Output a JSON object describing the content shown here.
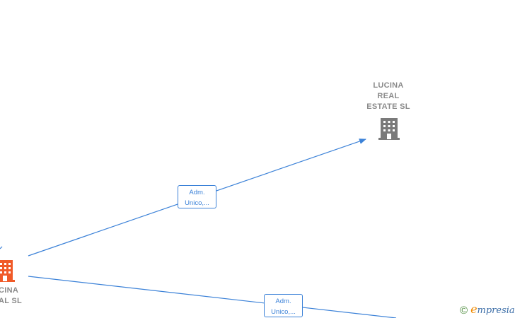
{
  "nodes": [
    {
      "id": "lucina-top",
      "label_lines": [
        "LUCINA",
        "REAL",
        "ESTATE  SL"
      ],
      "icon": "building-icon",
      "color": "#7a7a7a"
    },
    {
      "id": "lucina-left",
      "label_lines": [
        "CINA",
        "AL  SL"
      ],
      "icon": "building-icon",
      "color": "#f05a28"
    }
  ],
  "edges": [
    {
      "from": "lucina-left",
      "to": "lucina-top",
      "label_lines": [
        "Adm.",
        "Unico,..."
      ]
    },
    {
      "from": "lucina-left",
      "to": "offscreen",
      "label_lines": [
        "Adm.",
        "Unico,..."
      ]
    }
  ],
  "colors": {
    "edge": "#3c82d8",
    "focus_node": "#f05a28",
    "node": "#7a7a7a"
  },
  "watermark": {
    "copyright": "©",
    "brand_initial": "e",
    "brand_rest": "mpresia"
  }
}
